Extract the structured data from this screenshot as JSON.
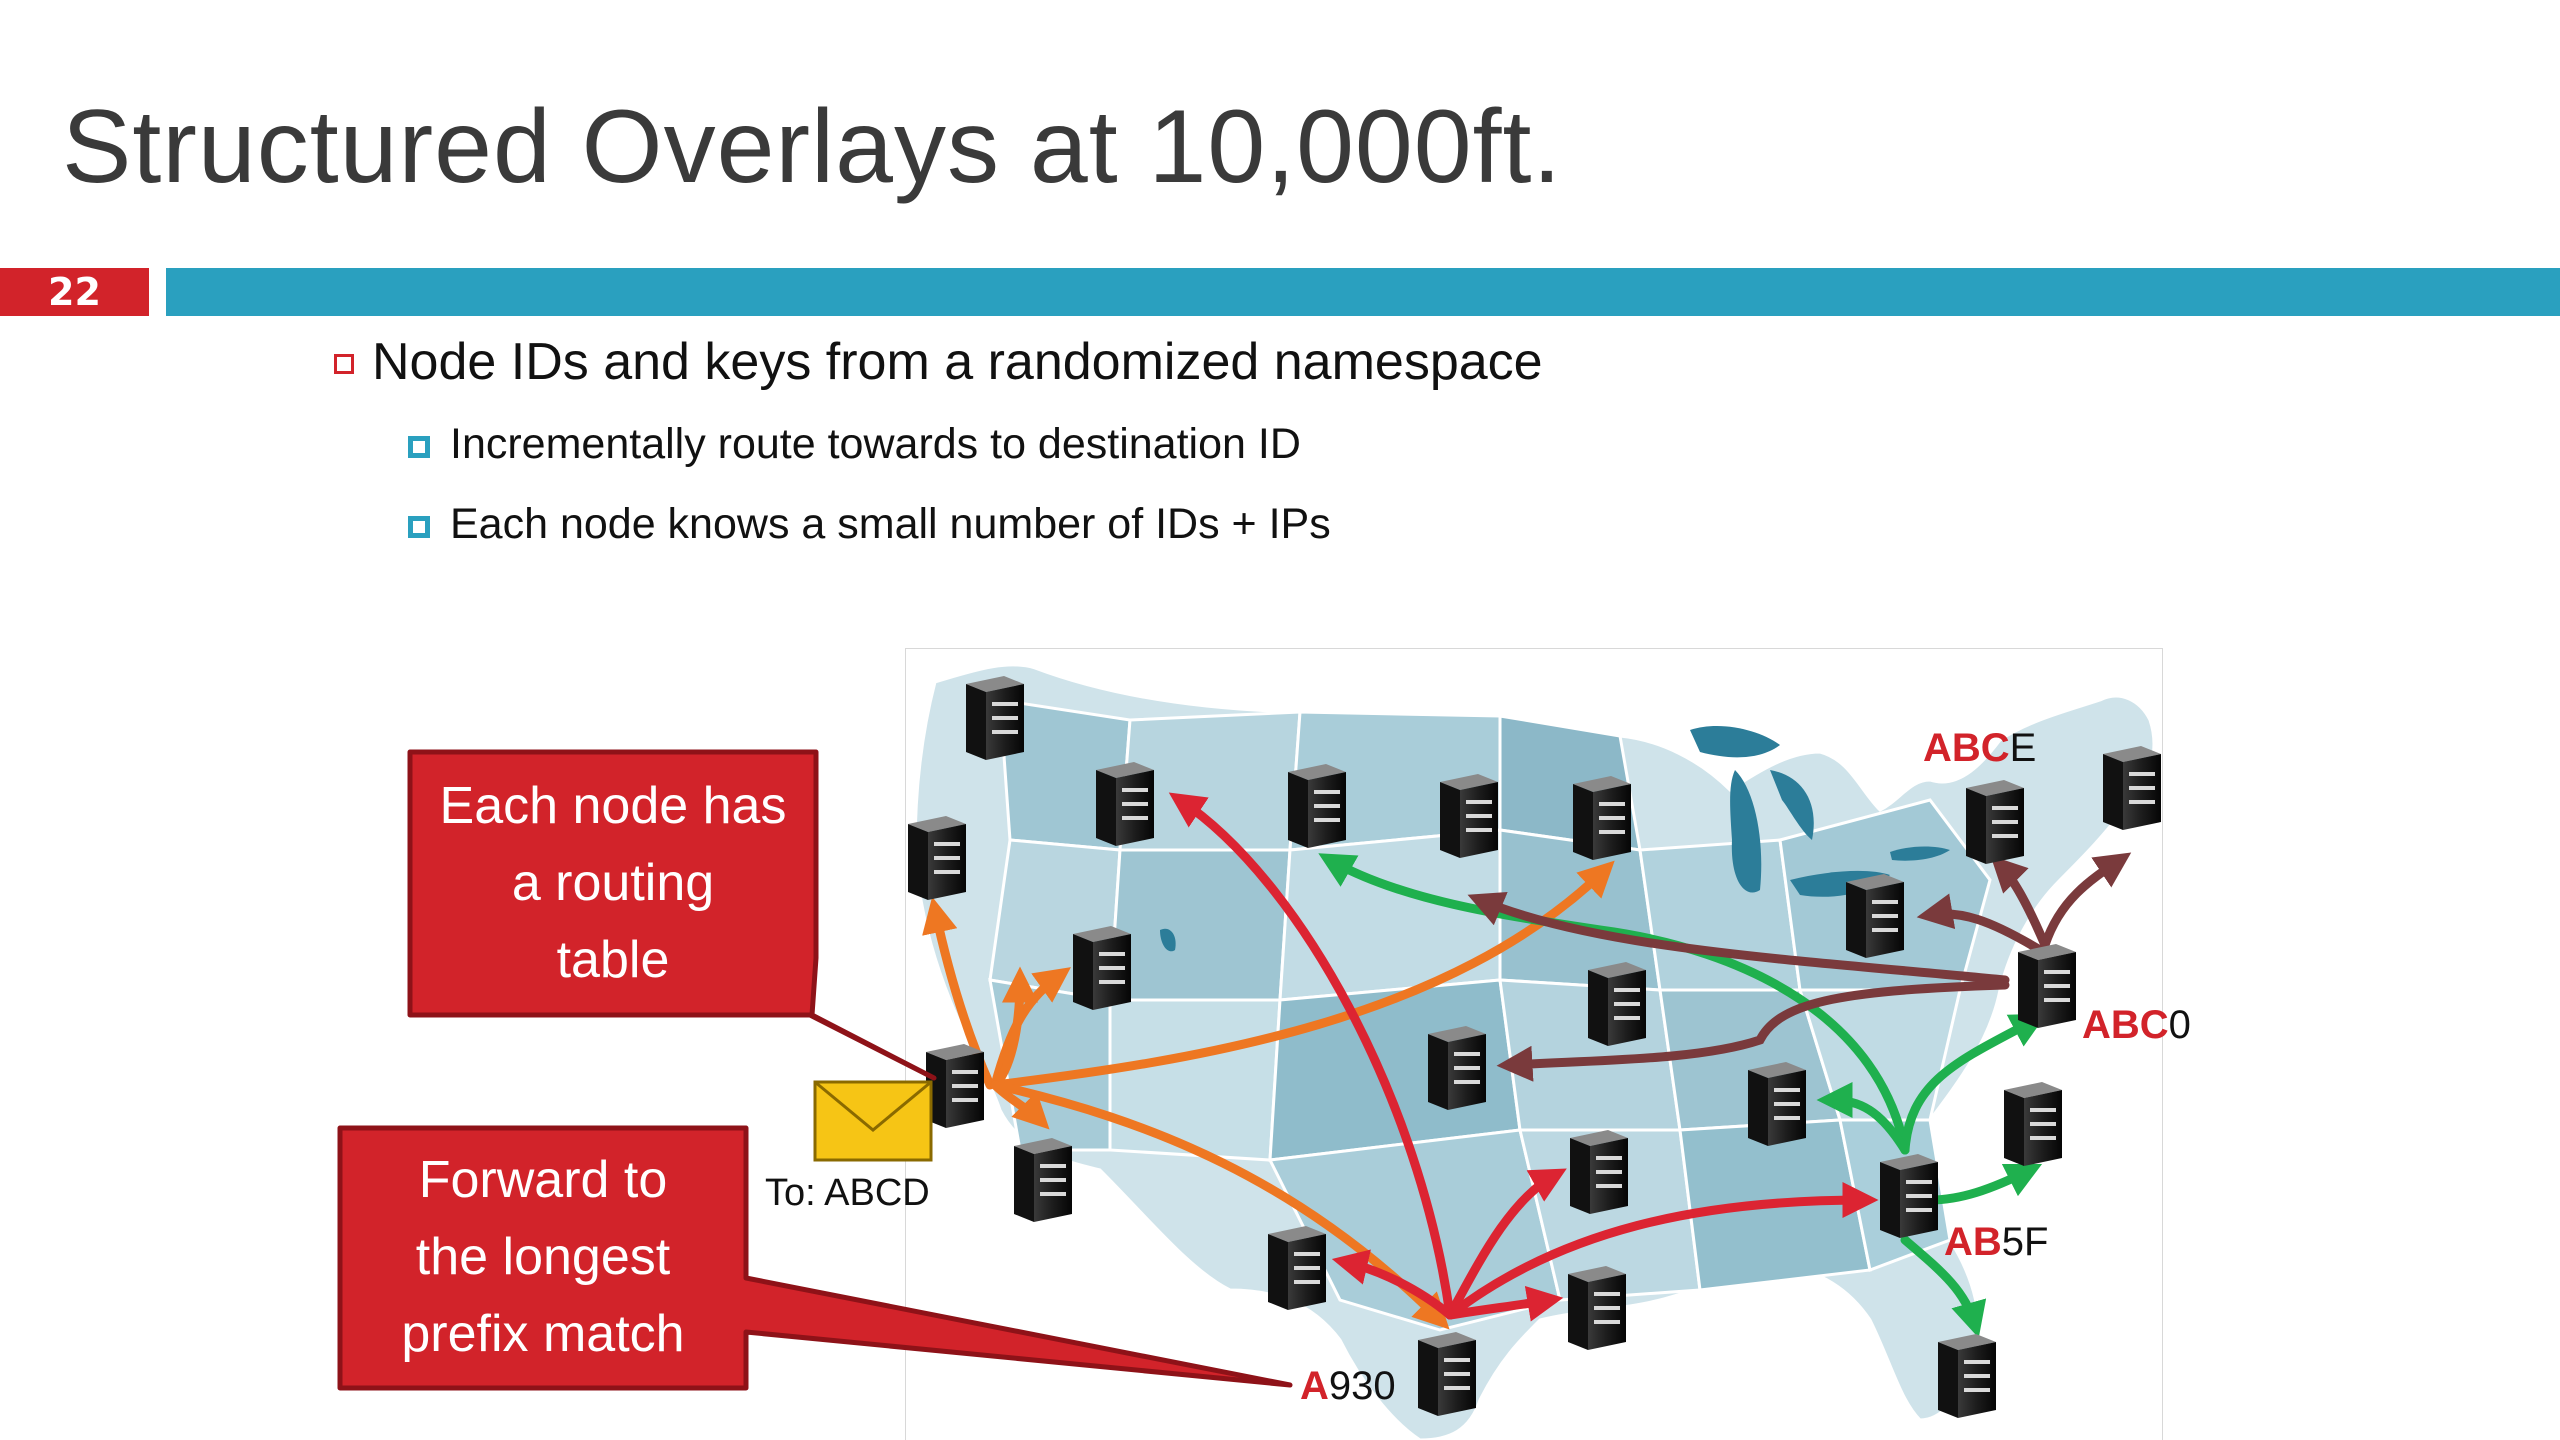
{
  "slide": {
    "title": "Structured Overlays at 10,000ft.",
    "number": "22"
  },
  "bullets": [
    {
      "level": 1,
      "text": "Node IDs and keys from a randomized namespace"
    },
    {
      "level": 2,
      "text": "Incrementally route towards to destination ID"
    },
    {
      "level": 2,
      "text": "Each node knows a small number of IDs + IPs"
    }
  ],
  "callouts": {
    "routing_table": {
      "lines": [
        "Each node has",
        "a routing",
        "table"
      ]
    },
    "forward": {
      "lines": [
        "Forward to",
        "the longest",
        "prefix match"
      ]
    }
  },
  "envelope": {
    "label": "To: ABCD"
  },
  "node_labels": {
    "abce": {
      "prefix": "ABC",
      "rest": "E"
    },
    "abc0": {
      "prefix": "ABC",
      "rest": "0"
    },
    "ab5f": {
      "prefix": "AB",
      "rest": "5F"
    },
    "a930": {
      "prefix": "A",
      "rest": "930"
    }
  },
  "colors": {
    "accent_red": "#d2232a",
    "accent_blue": "#2aa0bf",
    "arrow_orange": "#ee7722",
    "arrow_red": "#dc2432",
    "arrow_green": "#1fb04e",
    "arrow_maroon": "#7a3a3c",
    "callout_fill": "#d2232a"
  },
  "icons": [
    "server-icon",
    "envelope-icon",
    "square-bullet-icon"
  ]
}
